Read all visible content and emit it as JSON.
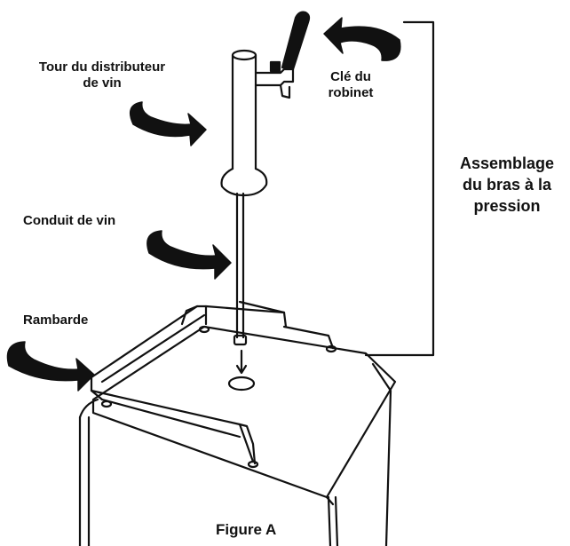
{
  "labels": {
    "tower_line1": "Tour du distributeur",
    "tower_line2": "de vin",
    "handle_line1": "Clé du",
    "handle_line2": "robinet",
    "assembly_line1": "Assemblage",
    "assembly_line2": "du bras à la",
    "assembly_line3": "pression",
    "wine_line": "Conduit de vin",
    "guardrail": "Rambarde",
    "figure": "Figure A"
  },
  "colors": {
    "ink": "#111111",
    "background": "#ffffff"
  }
}
